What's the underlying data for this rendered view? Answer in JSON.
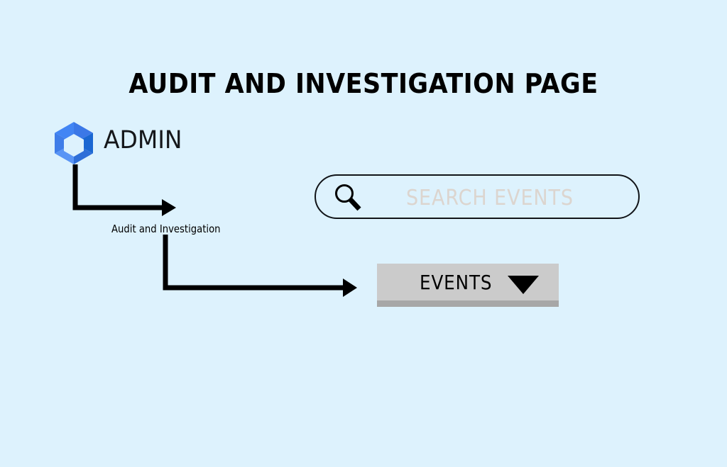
{
  "page": {
    "title": "AUDIT AND INVESTIGATION PAGE",
    "background_color": "#ddf2fd"
  },
  "brand": {
    "logo_icon": "google-admin-hexagon-icon",
    "label": "ADMIN",
    "logo_colors": {
      "top_left": "#4285f4",
      "top_right": "#3b78e7",
      "right": "#1a67d2",
      "bottom_right": "#4285f4",
      "bottom_left": "#5a95f5",
      "left": "#3f7de8"
    }
  },
  "flow": {
    "branch_caption": "Audit and Investigation",
    "arrow_color": "#000000",
    "arrows": [
      {
        "name": "arrow-admin-to-audit",
        "from": "admin-logo",
        "to": "audit-and-investigation"
      },
      {
        "name": "arrow-audit-to-events",
        "from": "audit-and-investigation",
        "to": "events-dropdown"
      }
    ]
  },
  "search": {
    "icon": "search-icon",
    "placeholder": "SEARCH EVENTS",
    "value": "",
    "placeholder_color": "#dcd5cf",
    "border_color": "#111418"
  },
  "events_dropdown": {
    "label": "EVENTS",
    "caret_icon": "caret-down-icon",
    "background_color": "#cbcbcb",
    "shadow_color": "#a7a7a7"
  }
}
